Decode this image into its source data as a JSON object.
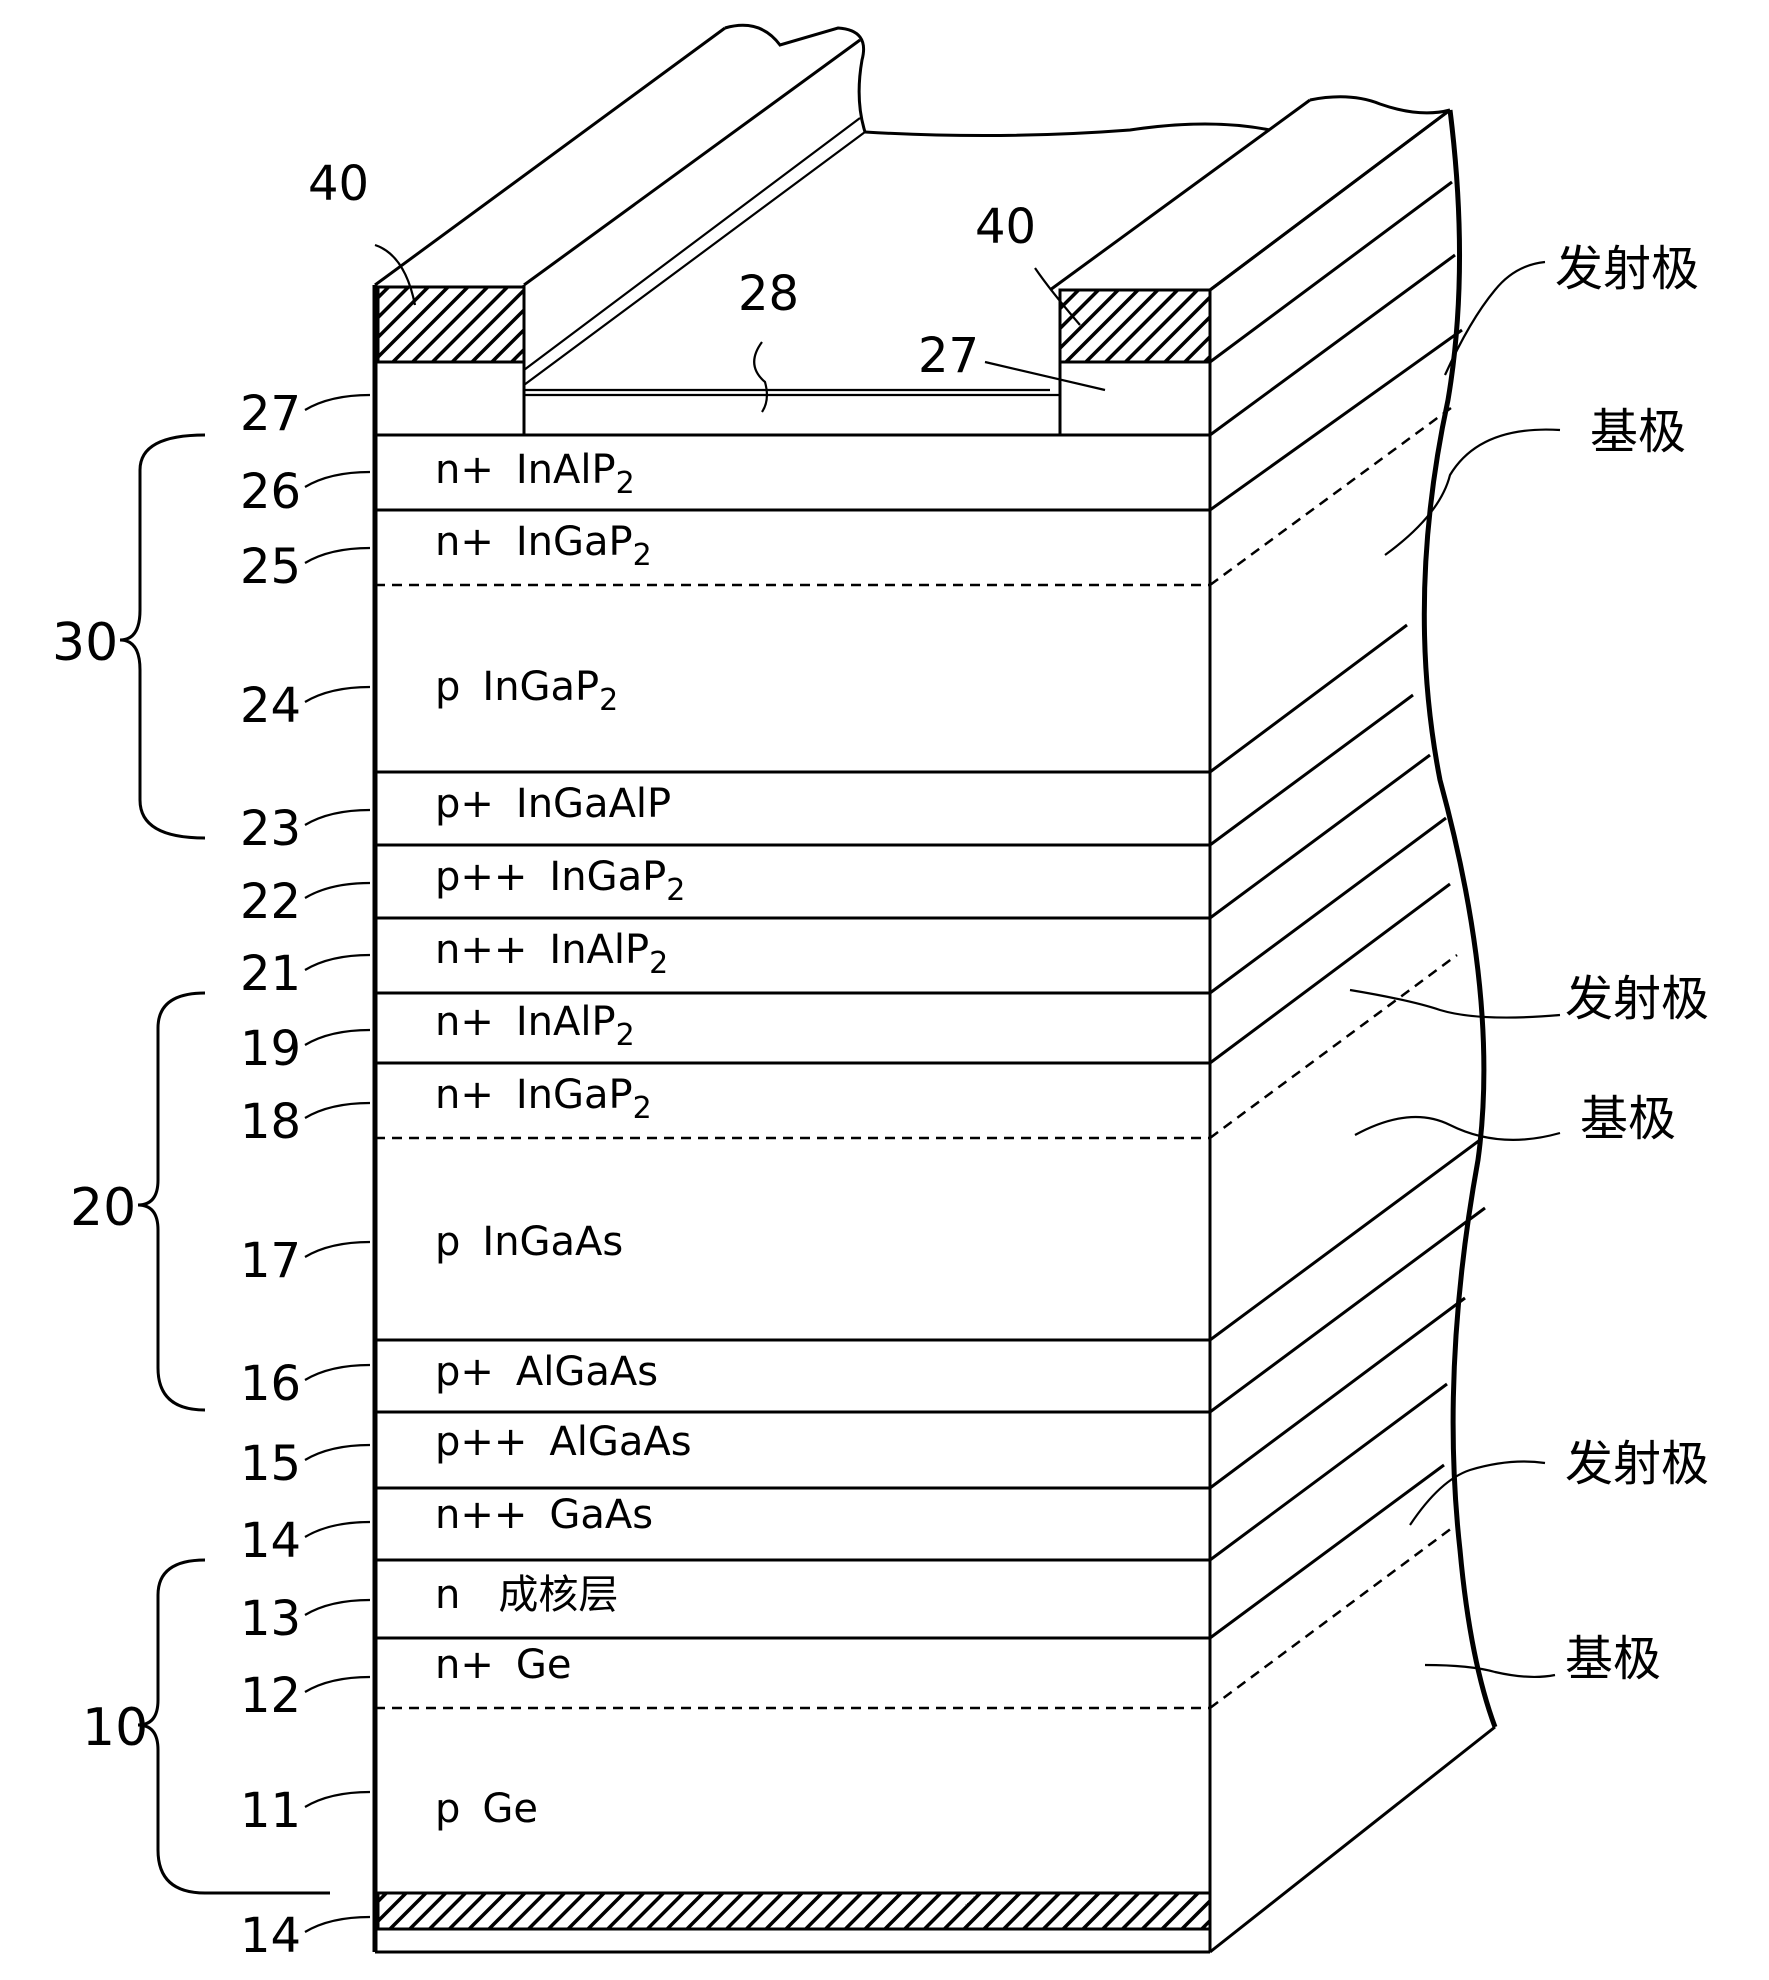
{
  "figure": {
    "labels": {
      "contact_left": "40",
      "contact_right": "40",
      "window": "28",
      "cap_right": "27"
    },
    "layers": [
      {
        "num": "27",
        "prefix": "",
        "main": "",
        "sub": ""
      },
      {
        "num": "26",
        "prefix": "n+",
        "main": "InAlP",
        "sub": "2"
      },
      {
        "num": "25",
        "prefix": "n+",
        "main": "InGaP",
        "sub": "2"
      },
      {
        "num": "24",
        "prefix": "p",
        "main": "InGaP",
        "sub": "2"
      },
      {
        "num": "23",
        "prefix": "p+",
        "main": "InGaAlP",
        "sub": ""
      },
      {
        "num": "22",
        "prefix": "p++",
        "main": "InGaP",
        "sub": "2"
      },
      {
        "num": "21",
        "prefix": "n++",
        "main": "InAlP",
        "sub": "2"
      },
      {
        "num": "19",
        "prefix": "n+",
        "main": "InAlP",
        "sub": "2"
      },
      {
        "num": "18",
        "prefix": "n+",
        "main": "InGaP",
        "sub": "2"
      },
      {
        "num": "17",
        "prefix": "p",
        "main": "InGaAs",
        "sub": ""
      },
      {
        "num": "16",
        "prefix": "p+",
        "main": "AlGaAs",
        "sub": ""
      },
      {
        "num": "15",
        "prefix": "p++",
        "main": "AlGaAs",
        "sub": ""
      },
      {
        "num": "14",
        "prefix": "n++",
        "main": "GaAs",
        "sub": ""
      },
      {
        "num": "13",
        "prefix": "n",
        "main": "成核层",
        "sub": ""
      },
      {
        "num": "12",
        "prefix": "n+",
        "main": "Ge",
        "sub": ""
      },
      {
        "num": "11",
        "prefix": "p",
        "main": "Ge",
        "sub": ""
      },
      {
        "num": "14",
        "prefix": "",
        "main": "",
        "sub": ""
      }
    ],
    "groups": [
      {
        "label": "30"
      },
      {
        "label": "20"
      },
      {
        "label": "10"
      }
    ],
    "regions": [
      {
        "label": "发射极"
      },
      {
        "label": "基极"
      },
      {
        "label": "发射极"
      },
      {
        "label": "基极"
      },
      {
        "label": "发射极"
      },
      {
        "label": "基极"
      }
    ]
  }
}
